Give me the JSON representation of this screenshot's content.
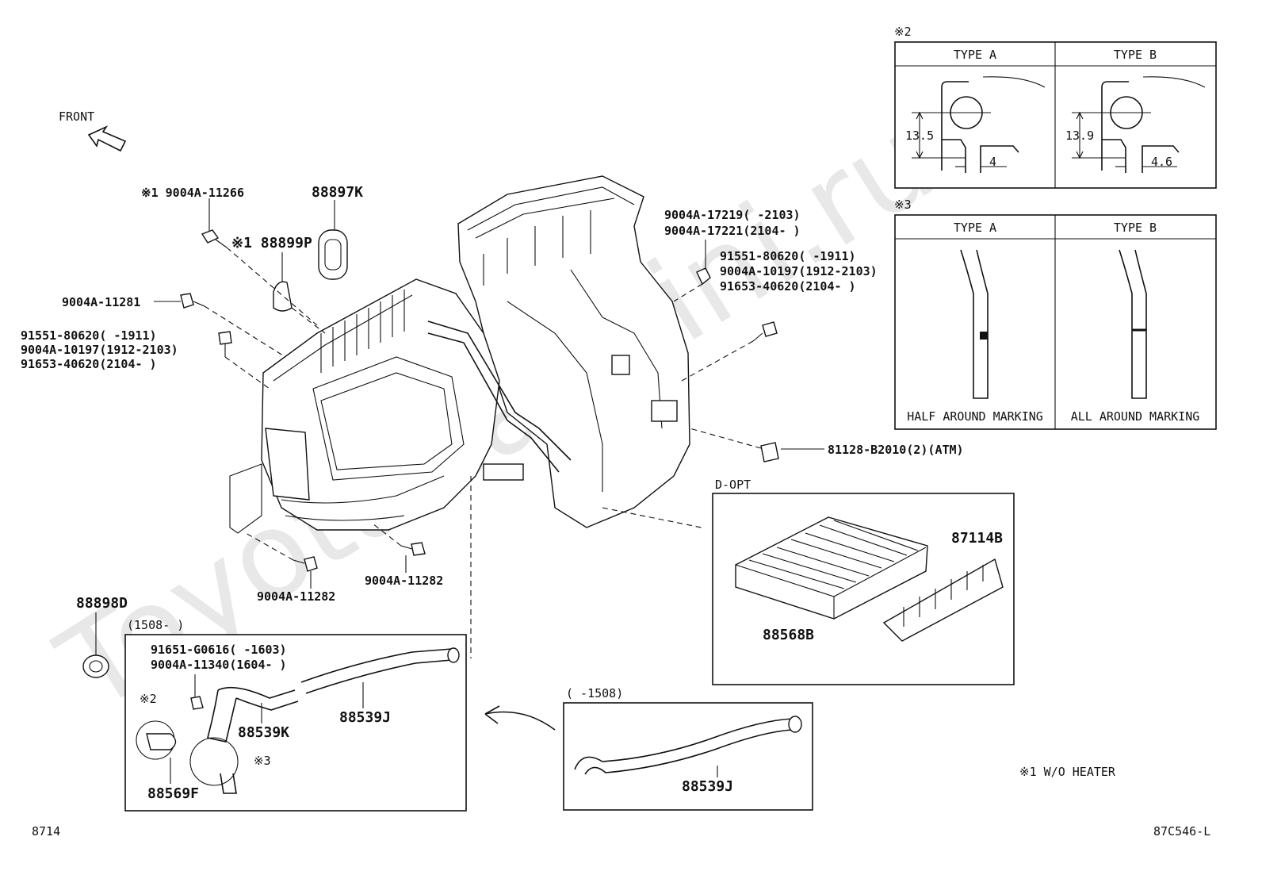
{
  "watermark": "ToyotaCarMini.ru",
  "front_label": "FRONT",
  "note_ref2": "※2",
  "note_ref3": "※3",
  "detail2": {
    "type_a": "TYPE A",
    "type_b": "TYPE B",
    "a_height": "13.5",
    "a_width": "4",
    "b_height": "13.9",
    "b_width": "4.6"
  },
  "detail3": {
    "type_a": "TYPE A",
    "type_b": "TYPE B",
    "a_caption": "HALF AROUND MARKING",
    "b_caption": "ALL AROUND MARKING"
  },
  "parts": {
    "p_9004a_11266": "※1 9004A-11266",
    "p_88897k": "88897K",
    "p_88899p": "※1 88899P",
    "p_9004a_11281": "9004A-11281",
    "p_left_bolt_1": "91551-80620(    -1911)",
    "p_left_bolt_2": "9004A-10197(1912-2103)",
    "p_left_bolt_3": "91653-40620(2104-    )",
    "p_nut_1": "9004A-17219(    -2103)",
    "p_nut_2": "9004A-17221(2104-    )",
    "p_right_bolt_1": "91551-80620(    -1911)",
    "p_right_bolt_2": "9004A-10197(1912-2103)",
    "p_right_bolt_3": "91653-40620(2104-    )",
    "p_81128": "81128-B2010(2)(ATM)",
    "p_9004a_11282_a": "9004A-11282",
    "p_9004a_11282_b": "9004A-11282",
    "p_88898d": "88898D",
    "p_1508_range": "(1508-    )",
    "p_hose_bolt_1": "91651-G0616(    -1603)",
    "p_hose_bolt_2": "9004A-11340(1604-    )",
    "p_ref2": "※2",
    "p_ref3": "※3",
    "p_88539k": "88539K",
    "p_88539j": "88539J",
    "p_88569f": "88569F",
    "p_old_range": "(    -1508)",
    "p_88539j_old": "88539J",
    "p_dopt": "D-OPT",
    "p_87114b": "87114B",
    "p_88568b": "88568B",
    "p_note1": "※1 W/O HEATER"
  },
  "footer_left": "8714",
  "footer_right": "87C546-L"
}
